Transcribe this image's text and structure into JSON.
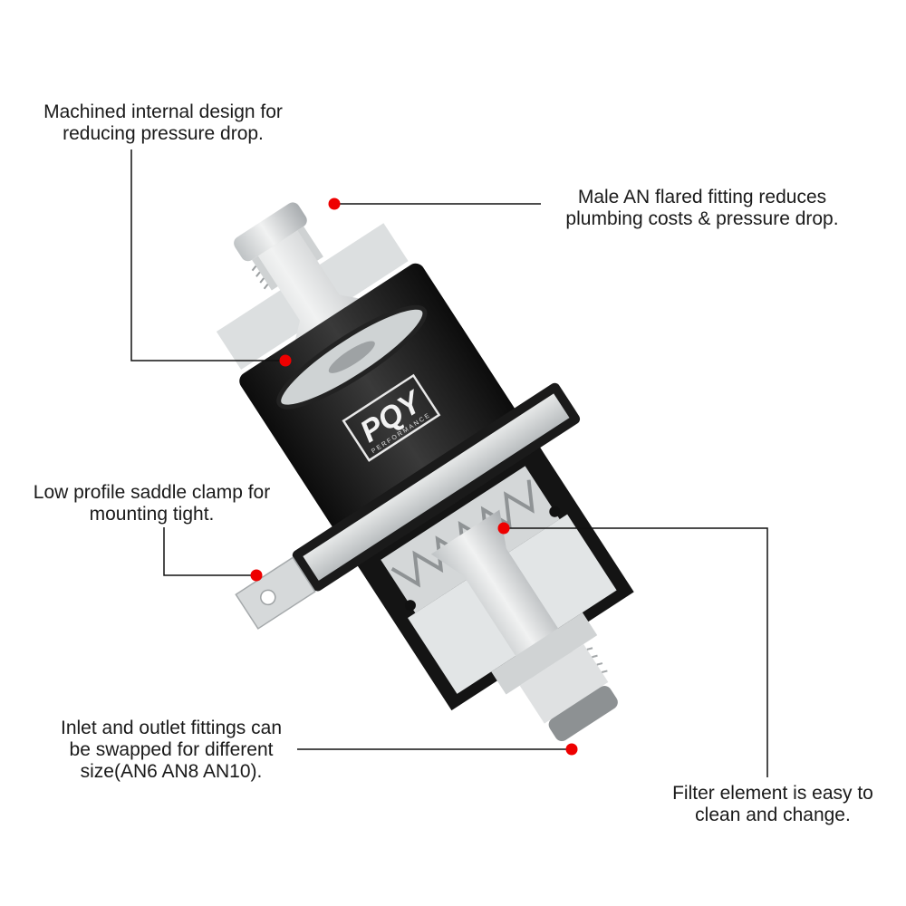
{
  "product": {
    "name": "Inline fuel filter (cutaway view)",
    "brand_logo": "PQY",
    "brand_sub": "PERFORMANCE",
    "body_color": "#1b1b1b",
    "metal_color": "#d9dcdd",
    "accent_dot_color": "#ee0000"
  },
  "callouts": [
    {
      "id": "machined-internal",
      "text": "Machined internal design for\nreducing pressure drop.",
      "dot": [
        315,
        398
      ]
    },
    {
      "id": "male-an-fitting",
      "text": "Male AN flared fitting reduces\nplumbing costs & pressure drop.",
      "dot": [
        369,
        225
      ]
    },
    {
      "id": "saddle-clamp",
      "text": "Low profile saddle clamp for\nmounting tight.",
      "dot": [
        283,
        635
      ]
    },
    {
      "id": "filter-element",
      "text": "Filter element is easy to\nclean and change.",
      "dot": [
        556,
        583
      ]
    },
    {
      "id": "swappable-fittings",
      "text": "Inlet and outlet fittings can\nbe swapped for different\nsize(AN6 AN8 AN10).",
      "dot": [
        631,
        827
      ]
    }
  ]
}
